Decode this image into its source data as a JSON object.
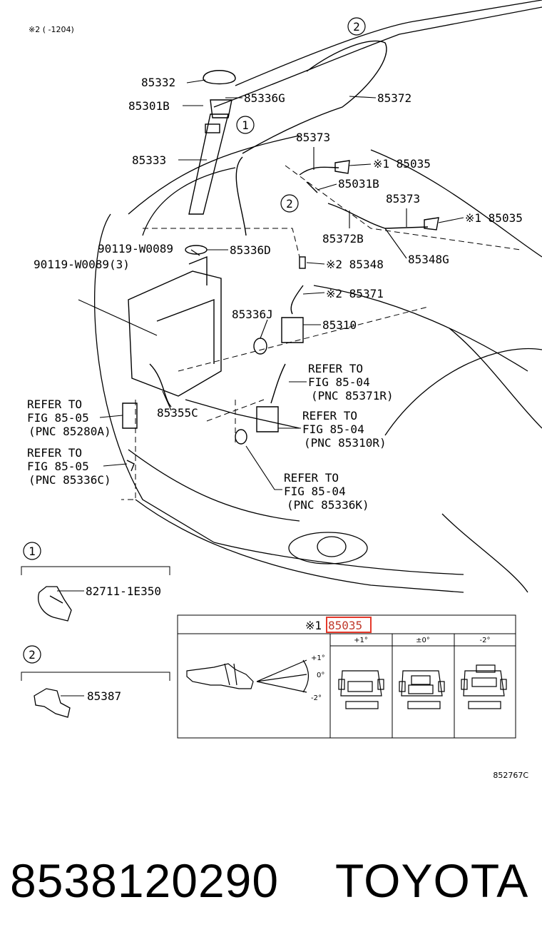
{
  "header_note": "※2 (   -1204)",
  "figure_code": "852767C",
  "callouts": {
    "c1": "1",
    "c2": "2"
  },
  "parts": {
    "p85332": "85332",
    "p85301B": "85301B",
    "p85336G": "85336G",
    "p85372": "85372",
    "p85333": "85333",
    "p85373a": "85373",
    "p85035a": "※1 85035",
    "p85031B": "85031B",
    "p85373b": "85373",
    "p85035b": "※1 85035",
    "p85372B": "85372B",
    "p85348G": "85348G",
    "p90119a": "90119-W0089",
    "p85336D": "85336D",
    "p90119b": "90119-W0089(3)",
    "p85348": "※2 85348",
    "p85371": "※2 85371",
    "p85336J": "85336J",
    "p85310": "85310",
    "p85355C": "85355C"
  },
  "refers": {
    "r1": [
      "REFER TO",
      "FIG 85-04",
      "(PNC 85371R)"
    ],
    "r2": [
      "REFER TO",
      "FIG 85-04",
      "(PNC 85310R)"
    ],
    "r3": [
      "REFER TO",
      "FIG 85-04",
      "(PNC 85336K)"
    ],
    "r4": [
      "REFER TO",
      "FIG 85-05",
      "(PNC 85280A)"
    ],
    "r5": [
      "REFER TO",
      "FIG 85-05",
      "(PNC 85336C)"
    ]
  },
  "detail1": {
    "num": "1",
    "part": "82711-1E350"
  },
  "detail2": {
    "num": "2",
    "part": "85387"
  },
  "table": {
    "header_prefix": "※1",
    "header_part": "85035",
    "col_labels": [
      "+1°",
      "±0°",
      "-2°"
    ],
    "angle_labels": [
      "+1°",
      "0°",
      "-2°"
    ]
  },
  "footer": {
    "part_number": "8538120290",
    "brand": "TOYOTA"
  },
  "colors": {
    "highlight": "#e5392b",
    "line": "#000000"
  }
}
